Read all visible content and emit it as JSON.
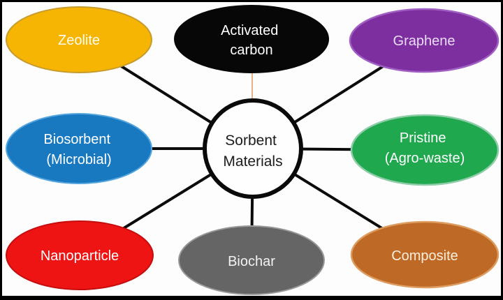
{
  "diagram": {
    "background": "#fdfdfd",
    "frame_color": "#000000",
    "connector_color": "#0b0b0b",
    "accent_connector_color": "#db9a5b",
    "center": {
      "lines": [
        "Sorbent",
        "Materials"
      ],
      "fill": "#fefefe",
      "stroke": "#0a0a0a",
      "text_color": "#1c1c1c"
    },
    "nodes": [
      {
        "id": "zeolite",
        "lines": [
          "Zeolite"
        ],
        "fill": "#f5b502",
        "stroke": "#c79b2d",
        "text_color": "#fffdf4"
      },
      {
        "id": "activated-carbon",
        "lines": [
          "Activated",
          "carbon"
        ],
        "fill": "#070707",
        "stroke": "#070707",
        "text_color": "#ffffff"
      },
      {
        "id": "graphene",
        "lines": [
          "Graphene"
        ],
        "fill": "#7d2f9f",
        "stroke": "#a05fc2",
        "text_color": "#eadcf6"
      },
      {
        "id": "biosorbent",
        "lines": [
          "Biosorbent",
          "(Microbial)"
        ],
        "fill": "#1879c0",
        "stroke": "#54a5de",
        "text_color": "#ffffff"
      },
      {
        "id": "pristine",
        "lines": [
          "Pristine",
          "(Agro-waste)"
        ],
        "fill": "#1fa84e",
        "stroke": "#8fcca8",
        "text_color": "#ffffff"
      },
      {
        "id": "nanoparticle",
        "lines": [
          "Nanoparticle"
        ],
        "fill": "#ee1414",
        "stroke": "#c50d0d",
        "text_color": "#ffffff"
      },
      {
        "id": "biochar",
        "lines": [
          "Biochar"
        ],
        "fill": "#656565",
        "stroke": "#9a9a9a",
        "text_color": "#f2f2f2"
      },
      {
        "id": "composite",
        "lines": [
          "Composite"
        ],
        "fill": "#be6a26",
        "stroke": "#dd9c60",
        "text_color": "#fbeedd"
      }
    ]
  }
}
